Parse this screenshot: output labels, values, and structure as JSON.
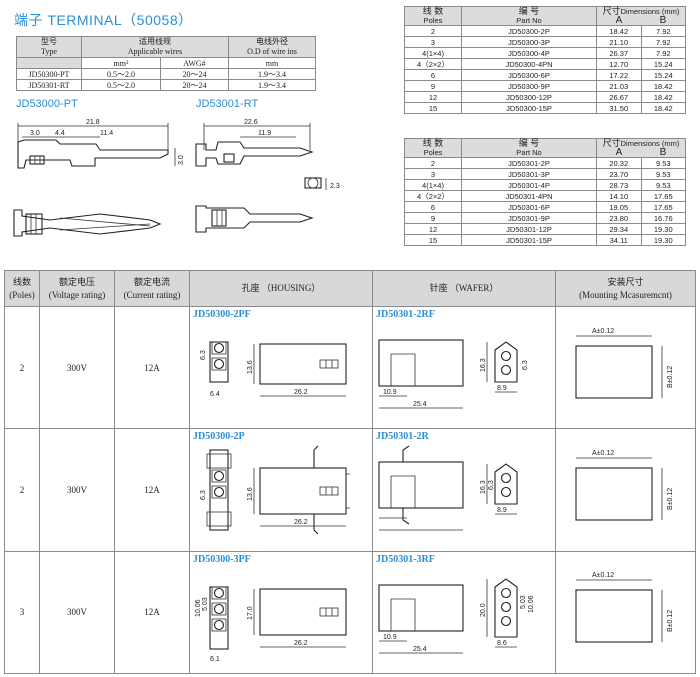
{
  "title": "端子 TERMINAL（50058）",
  "terminal_table": {
    "h_type_cn": "型号",
    "h_type_en": "Type",
    "h_wire_cn": "适用线规",
    "h_wire_en": "Applicable wires",
    "h_od_cn": "电线外径",
    "h_od_en": "O.D of wire ins",
    "sub_mm2": "mm²",
    "sub_awg": "AWG#",
    "sub_mm": "mm",
    "rows": [
      {
        "type": "JD50300-PT",
        "mm2": "0.5～2.0",
        "awg": "20～24",
        "od": "1.9～3.4"
      },
      {
        "type": "JD50301-RT",
        "mm2": "0.5～2.0",
        "awg": "20～24",
        "od": "1.9～3.4"
      }
    ]
  },
  "drawings": {
    "pt_label": "JD53000-PT",
    "rt_label": "JD53001-RT",
    "pt_dims": [
      "21.8",
      "3.0",
      "4.4",
      "11.4",
      "3.0"
    ],
    "rt_dims": [
      "22.6",
      "11.9",
      "2.3"
    ]
  },
  "dim_table_1": {
    "h_poles_cn": "线  数",
    "h_poles_en": "Poles",
    "h_part_cn": "编  号",
    "h_part_en": "Part No",
    "h_dim_cn": "尺寸",
    "h_dim_en": "Dimensions (mm)",
    "h_a": "A",
    "h_b": "B",
    "rows": [
      [
        "2",
        "JD50300-2P",
        "18.42",
        "7.92"
      ],
      [
        "3",
        "JD50300-3P",
        "21.10",
        "7.92"
      ],
      [
        "4(1×4)",
        "JD50300-4P",
        "26.37",
        "7.92"
      ],
      [
        "4（2×2）",
        "JD50300-4PN",
        "12.70",
        "15.24"
      ],
      [
        "6",
        "JD50300-6P",
        "17.22",
        "15.24"
      ],
      [
        "9",
        "JD50300-9P",
        "21.03",
        "18.42"
      ],
      [
        "12",
        "JD50300-12P",
        "26.67",
        "18.42"
      ],
      [
        "15",
        "JD50300-15P",
        "31.50",
        "18.42"
      ]
    ]
  },
  "dim_table_2": {
    "h_poles_cn": "线  数",
    "h_poles_en": "Poles",
    "h_part_cn": "编  号",
    "h_part_en": "Part No",
    "h_dim_cn": "尺寸",
    "h_dim_en": "Dimensions (mm)",
    "h_a": "A",
    "h_b": "B",
    "rows": [
      [
        "2",
        "JD50301-2P",
        "20.32",
        "9.53"
      ],
      [
        "3",
        "JD50301-3P",
        "23.70",
        "9.53"
      ],
      [
        "4(1×4)",
        "JD50301-4P",
        "28.73",
        "9.53"
      ],
      [
        "4（2×2）",
        "JD50301-4PN",
        "14.10",
        "17.65"
      ],
      [
        "6",
        "JD50301-6P",
        "19.05",
        "17.65"
      ],
      [
        "9",
        "JD50301-9P",
        "23.80",
        "16.76"
      ],
      [
        "12",
        "JD50301-12P",
        "29.34",
        "19.30"
      ],
      [
        "15",
        "JD50301-15P",
        "34.11",
        "19.30"
      ]
    ]
  },
  "main_table": {
    "h_poles_cn": "线数",
    "h_poles_en": "(Poles)",
    "h_volt_cn": "额定电压",
    "h_volt_en": "(Voltage rating)",
    "h_curr_cn": "额定电流",
    "h_curr_en": "(Current rating)",
    "h_housing": "孔座  （HOUSING）",
    "h_wafer": "针座  （WAFER）",
    "h_mount_cn": "安装尺寸",
    "h_mount_en": "(Mounting Mcasuremcnt)",
    "rows": [
      {
        "poles": "2",
        "volt": "300V",
        "curr": "12A",
        "housing": "JD50300-2PF",
        "wafer": "JD50301-2RF",
        "h_dims": [
          "6.3",
          "13.6",
          "6.4",
          "26.2"
        ],
        "w_dims": [
          "16.3",
          "6.3",
          "10.9",
          "8.9",
          "25.4"
        ]
      },
      {
        "poles": "2",
        "volt": "300V",
        "curr": "12A",
        "housing": "JD50300-2P",
        "wafer": "JD50301-2R",
        "h_dims": [
          "6.3",
          "13.6",
          "26.2"
        ],
        "w_dims": [
          "16.3",
          "6.3",
          "8.9"
        ]
      },
      {
        "poles": "3",
        "volt": "300V",
        "curr": "12A",
        "housing": "JD50300-3PF",
        "wafer": "JD50301-3RF",
        "h_dims": [
          "10.06",
          "5.03",
          "17.0",
          "6.1",
          "26.2"
        ],
        "w_dims": [
          "20.0",
          "5.03",
          "10.06",
          "10.9",
          "8.6",
          "25.4"
        ]
      }
    ],
    "mount_a": "A±0.12",
    "mount_b": "B±0.12"
  }
}
